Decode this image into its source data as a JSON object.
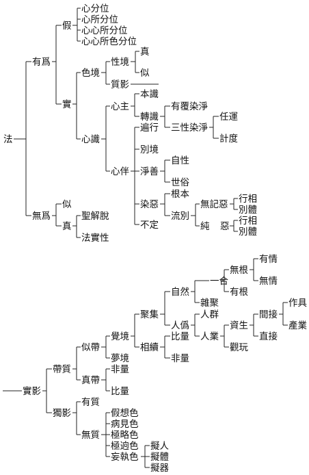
{
  "tree1": {
    "root": "法",
    "you_wei": "有爲",
    "jia": "假",
    "xin_fen_wei": "心分位",
    "xin_suo_fen_wei": "心所分位",
    "xin_xin_suo_fen_wei": "心心所分位",
    "xin_xin_suo_se_fen_wei": "心心所色分位",
    "shi": "實",
    "se_jing": "色境",
    "xing_jing": "性境",
    "zhen_a": "真",
    "si_a": "似",
    "zhi_ying": "質影",
    "xin_shi": "心識",
    "xin_zhu": "心主",
    "ben_shi": "本識",
    "zhuan_shi": "轉識",
    "you_fu_ran_jing": "有覆染淨",
    "san_xing_ran_jing": "三性染淨",
    "ren_yun": "任運",
    "ji_du": "計度",
    "xin_ban": "心伴",
    "bian_xing": "遍行",
    "bie_jing": "別境",
    "jing_shan": "淨善",
    "zi_xing": "自性",
    "shi_su": "世俗",
    "ran_e": "染惡",
    "gen_ben": "根本",
    "liu_bie": "流別",
    "bu_ding": "不定",
    "wu_ji_e": "無記惡",
    "xing_xiang_a": "行相",
    "bie_ti_a": "別體",
    "chun": "純",
    "e": "惡",
    "xing_xiang_b": "行相",
    "bie_ti_b": "別體",
    "wu_wei": "無爲",
    "si_b": "似",
    "zhen_b": "真",
    "sheng_jie_tuo": "聖解脫",
    "fa_shi_xing": "法實性"
  },
  "tree2": {
    "root": "實影",
    "dai_zhi": "帶質",
    "si_dai": "似帶",
    "jue_jing": "覺境",
    "ju_ji": "聚集",
    "zi_ran": "自然",
    "yi_he": "一合",
    "wu_gen": "無根",
    "you_qing": "有情",
    "wu_qing": "無情",
    "you_gen": "有根",
    "za_ju": "雜聚",
    "ren_wei": "人僞",
    "ren_qun": "人群",
    "ren_ye": "人業",
    "zi_sheng": "資生",
    "jian_jie": "間接",
    "zuo_ju": "作具",
    "chan_ye": "產業",
    "zhi_jie": "直接",
    "guan_wan": "觀玩",
    "xiang_xu": "相續",
    "bi_liang_a": "比量",
    "fei_liang_a": "非量",
    "meng_jing": "夢境",
    "zhen_dai": "真帶",
    "fei_liang_b": "非量",
    "bi_liang_b": "比量",
    "du_ying": "獨影",
    "you_zhi": "有質",
    "wu_zhi": "無質",
    "jia_xiang_se": "假想色",
    "bing_jian_se": "病見色",
    "ji_lue_se": "極略色",
    "ji_jiong_se": "極逈色",
    "wang_zhi_se": "妄執色",
    "ni_ren": "擬人",
    "ni_ti": "擬體",
    "ni_qi": "擬器"
  }
}
